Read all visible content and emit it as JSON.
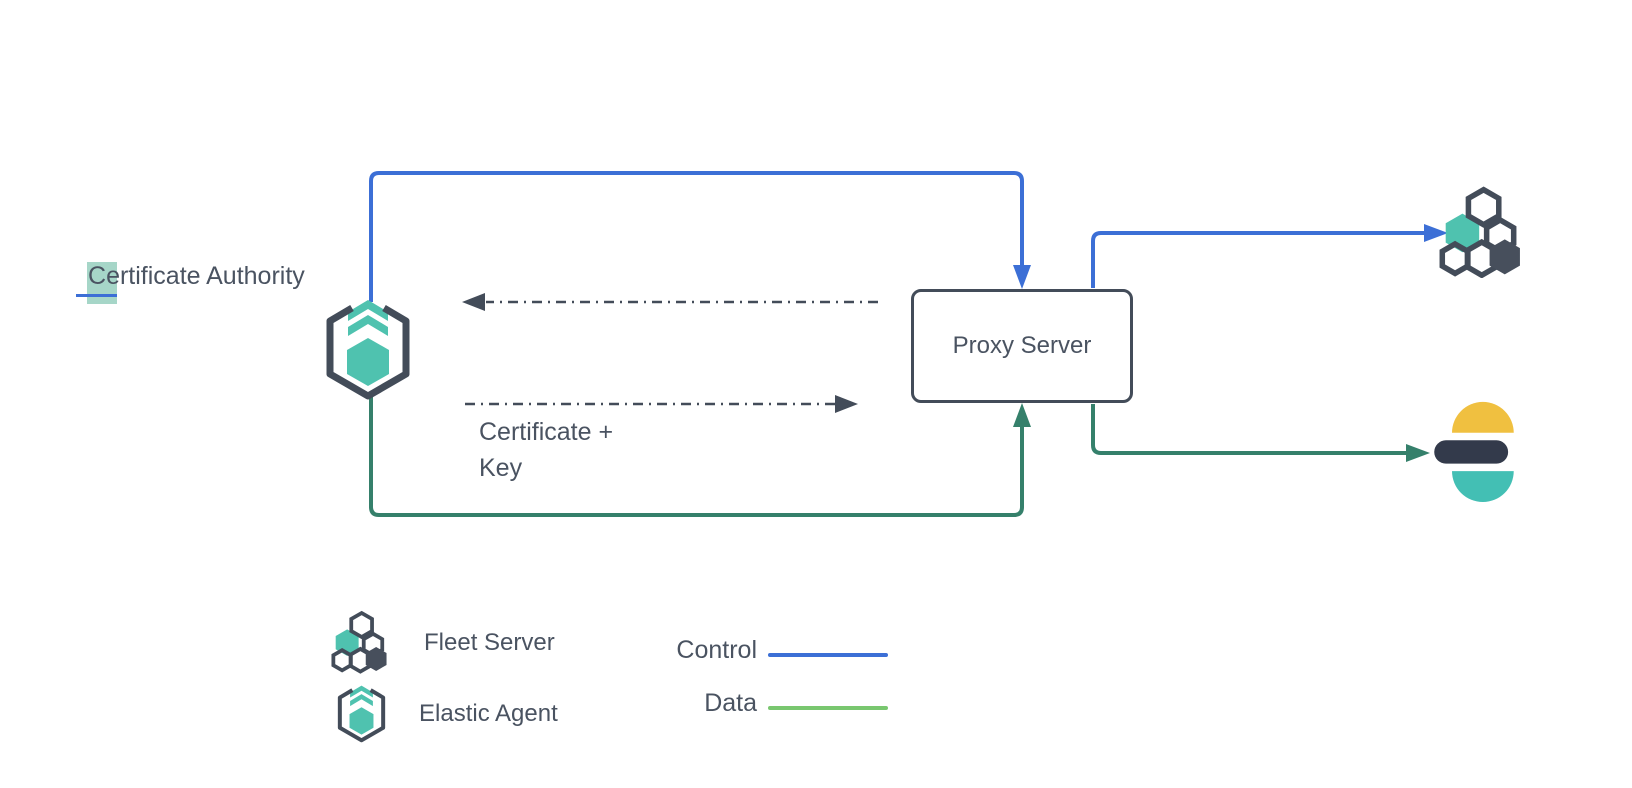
{
  "nodes": {
    "certificate_authority": {
      "highlight_char": "C",
      "label_rest": "ertificate Authority"
    },
    "elastic_agent": {
      "icon": "elastic-agent-icon"
    },
    "proxy_server": {
      "label": "Proxy Server"
    },
    "fleet_server": {
      "icon": "fleet-server-icon"
    },
    "elasticsearch": {
      "icon": "elasticsearch-icon"
    }
  },
  "annotations": {
    "certificate_key_line1": "Certificate +",
    "certificate_key_line2": "Key"
  },
  "legend": {
    "items": [
      {
        "icon": "fleet-server-icon",
        "label": "Fleet Server"
      },
      {
        "icon": "elastic-agent-icon",
        "label": "Elastic Agent"
      }
    ],
    "lines": [
      {
        "label": "Control",
        "color": "#3C6FD6"
      },
      {
        "label": "Data",
        "color": "#79C76F"
      }
    ]
  },
  "colors": {
    "control_blue": "#3C6FD6",
    "data_green": "#35806B",
    "legend_data_green": "#79C76F",
    "outline_dark": "#434C59",
    "text_gray": "#4A5361",
    "hex_teal": "#4FC2AF",
    "highlight_teal": "#A6D6C8",
    "elasticsearch_yellow": "#F0C040",
    "elasticsearch_navy": "#333A4B",
    "elasticsearch_teal": "#43BFB4"
  }
}
